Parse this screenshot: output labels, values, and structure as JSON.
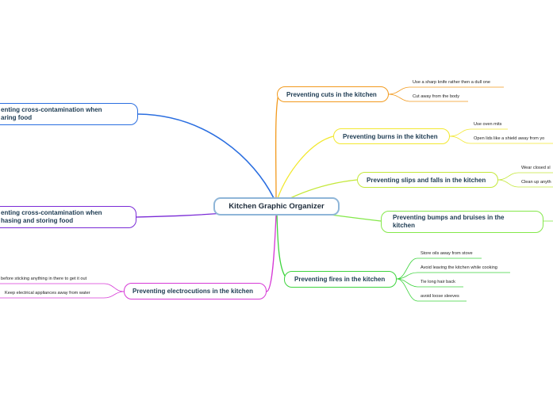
{
  "central": "Kitchen Graphic Organizer",
  "branches": {
    "cuts": {
      "label": "Preventing cuts in the kitchen",
      "color": "#f29a1e",
      "leaves": [
        "Use a sharp knife rather then a dull one",
        "Cut away from the body"
      ]
    },
    "burns": {
      "label": "Preventing burns in the kitchen",
      "color": "#f2e82f",
      "leaves": [
        "Use oven mits",
        "Open lids like a shield away from yo"
      ]
    },
    "slips": {
      "label": "Preventing slips and falls in the kitchen",
      "color": "#c4e83a",
      "leaves": [
        "Wear closed sl",
        "Clean up anyth"
      ]
    },
    "bumps": {
      "label": "Preventing bumps and bruises in the kitchen",
      "color": "#84e84a"
    },
    "fires": {
      "label": "Preventing fires in the kitchen",
      "color": "#3ed43e",
      "leaves": [
        "Store oils away from stove",
        "Avoid leaving the kitchen while cooking",
        "Tie long hair back",
        "avoid loose sleeves"
      ]
    },
    "electro": {
      "label": "Preventing electrocutions in the kitchen",
      "color": "#d63ad6",
      "leaves": [
        "before sticking anything in there to get it out",
        "Keep electrical appliances away from water"
      ]
    },
    "cross_prep": {
      "label": "enting cross-contamination when aring food",
      "color": "#2a6ee0"
    },
    "cross_purchase": {
      "label": "enting cross-contamination when hasing and storing food",
      "color": "#7a2ad6"
    }
  }
}
